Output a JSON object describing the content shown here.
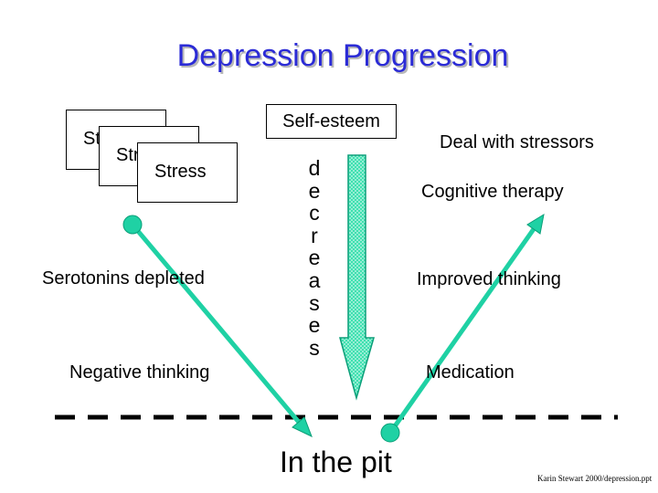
{
  "title": "Depression Progression",
  "stress_cards": [
    "Stress",
    "Stress",
    "Stress"
  ],
  "self_esteem": "Self-esteem",
  "decreases_letters": [
    "d",
    "e",
    "c",
    "r",
    "e",
    "a",
    "s",
    "e",
    "s"
  ],
  "left_labels": {
    "serotonins": "Serotonins depleted",
    "negative_thinking": "Negative thinking"
  },
  "right_labels": {
    "deal_with_stressors": "Deal with stressors",
    "cognitive_therapy": "Cognitive therapy",
    "improved_thinking": "Improved thinking",
    "medication": "Medication"
  },
  "pit_label": "In the pit",
  "credit": "Karin Stewart 2000/depression.ppt",
  "colors": {
    "title": "#2b2bd6",
    "arrow": "#1fd1a4",
    "arrow_stroke": "#0a9e78",
    "dashed_line": "#000000",
    "down_arrow_fill": "#3fe0b0"
  }
}
